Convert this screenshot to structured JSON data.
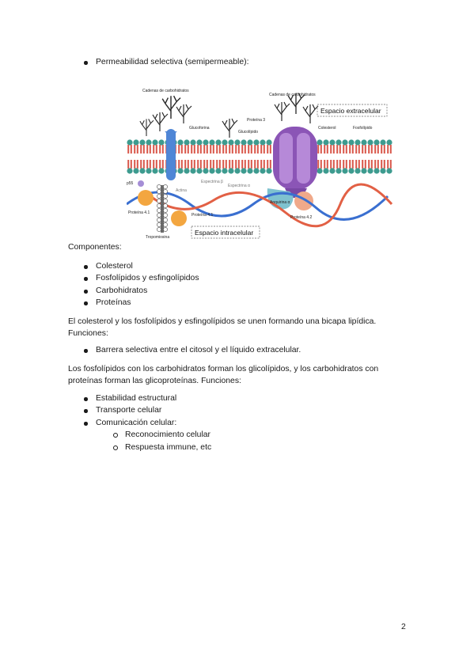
{
  "intro_bullet": "Permeabilidad selectiva (semipermeable):",
  "diagram": {
    "labels": {
      "cadenas_left": "Cadenas de carbohidratos",
      "cadenas_right": "Cadenas de carbohidratos",
      "glucoforina": "Glucoforina",
      "glucolipido": "Glucolípido",
      "proteina3": "Proteína 3",
      "colesterol": "Colesterol",
      "fosfolipido": "Fosfolípido",
      "espacio_extra": "Espacio extracelular",
      "espacio_intra": "Espacio intracelular",
      "p55": "p55",
      "actina": "Actina",
      "espectrina_b": "Espectrina β",
      "espectrina_a": "Espectrina α",
      "proteina41_left": "Proteína 4.1",
      "proteina41_mid": "Proteína 4.1",
      "tropomiosina": "Tropomiosina",
      "anquirina": "Anquirina α",
      "proteina42": "Proteína 4.2"
    }
  },
  "componentes_heading": "Componentes:",
  "componentes": [
    "Colesterol",
    "Fosfolípidos y esfingolípidos",
    "Carbohidratos",
    "Proteínas"
  ],
  "para1_line1": "El colesterol y los fosfolípidos y esfingolípidos se unen formando una bicapa lipídica.",
  "para1_line2": "Funciones:",
  "funciones1": [
    "Barrera selectiva entre el citosol y el líquido extracelular."
  ],
  "para2_line1": "Los fosfolípidos con los carbohidratos forman los glicolípidos, y los carbohidratos con",
  "para2_line2": "proteínas forman las glicoproteínas. Funciones:",
  "funciones2": [
    "Estabilidad estructural",
    "Transporte celular",
    "Comunicación celular:"
  ],
  "subfunciones": [
    "Reconocimiento celular",
    "Respuesta immune, etc"
  ],
  "page_number": "2"
}
